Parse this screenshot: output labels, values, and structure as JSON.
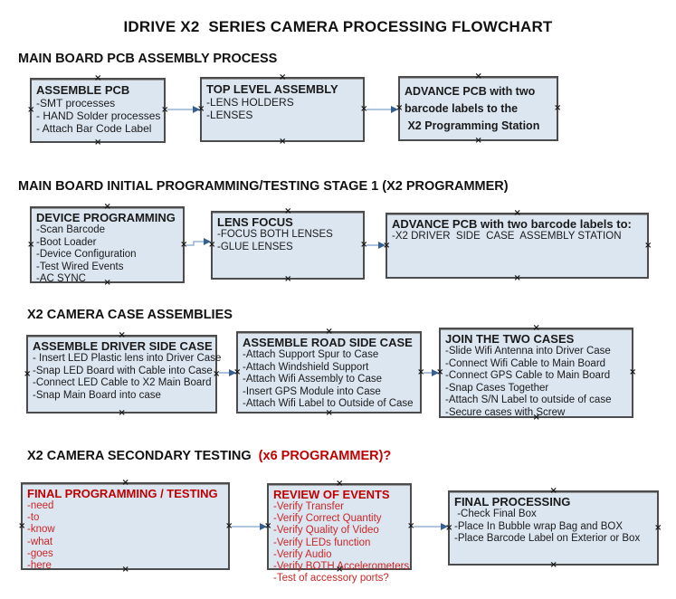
{
  "title": "IDRIVE X2  SERIES CAMERA PROCESSING FLOWCHART",
  "colors": {
    "box_fill": "#dce6f1",
    "box_border": "#4c4c4c",
    "arrow_line": "#95b3d7",
    "arrow_head": "#365f91",
    "header_red": "#c00000",
    "box_red_text": "#cc2626",
    "black_text": "#1a1a1a"
  },
  "sections": [
    {
      "header": "MAIN BOARD PCB ASSEMBLY PROCESS",
      "header_red": "",
      "boxes": [
        {
          "title": "ASSEMBLE PCB",
          "items": [
            "-SMT processes",
            "- HAND Solder processes",
            "- Attach Bar Code Label"
          ]
        },
        {
          "title": "TOP LEVEL ASSEMBLY",
          "items": [
            "-LENS HOLDERS",
            "-LENSES"
          ]
        },
        {
          "title": "ADVANCE PCB with two",
          "items": [
            "barcode labels to the",
            " X2 Programming Station"
          ]
        }
      ]
    },
    {
      "header": "MAIN BOARD INITIAL PROGRAMMING/TESTING STAGE 1 (X2 PROGRAMMER)",
      "header_red": "",
      "boxes": [
        {
          "title": "DEVICE PROGRAMMING",
          "items": [
            "-Scan Barcode",
            "-Boot Loader",
            "-Device Configuration",
            "-Test Wired Events",
            "-AC SYNC"
          ]
        },
        {
          "title": "LENS FOCUS",
          "items": [
            "-FOCUS BOTH LENSES",
            "-GLUE LENSES"
          ]
        },
        {
          "title": "ADVANCE PCB with two barcode labels to:",
          "items": [
            "-X2 DRIVER  SIDE  CASE  ASSEMBLY STATION"
          ]
        }
      ]
    },
    {
      "header": "X2 CAMERA CASE ASSEMBLIES",
      "header_red": "",
      "boxes": [
        {
          "title": "ASSEMBLE DRIVER SIDE CASE",
          "items": [
            "- Insert LED Plastic lens into Driver Case",
            "-Snap LED Board with Cable into Case",
            "-Connect LED Cable to X2 Main Board",
            "-Snap Main Board into case"
          ]
        },
        {
          "title": "ASSEMBLE ROAD SIDE CASE",
          "items": [
            "-Attach Support Spur to Case",
            "-Attach Windshield Support",
            "-Attach Wifi Assembly to Case",
            "-Insert GPS Module into Case",
            "-Attach Wifi Label to Outside of Case"
          ]
        },
        {
          "title": "JOIN THE TWO CASES",
          "items": [
            "-Slide Wifi Antenna into Driver Case",
            "-Connect Wifi Cable to Main Board",
            "-Connect GPS Cable to Main Board",
            "-Snap Cases Together",
            "-Attach S/N Label to outside of case",
            "-Secure cases with Screw"
          ]
        }
      ]
    },
    {
      "header": "X2 CAMERA SECONDARY TESTING  ",
      "header_red": "(x6 PROGRAMMER)?",
      "boxes": [
        {
          "title": "FINAL PROGRAMMING / TESTING",
          "items": [
            "-need",
            "-to",
            "-know",
            "-what",
            "-goes",
            "-here"
          ]
        },
        {
          "title": "REVIEW OF EVENTS",
          "items": [
            "-Verify Transfer",
            "-Verify Correct Quantity",
            "-Verify Quality of Video",
            "-Verify LEDs function",
            "-Verify Audio",
            "-Verify BOTH Accelerometers",
            "-Test of accessory ports?"
          ]
        },
        {
          "title": "FINAL PROCESSING",
          "items": [
            " -Check Final Box",
            "-Place In Bubble wrap Bag and BOX",
            "-Place Barcode Label on Exterior or Box"
          ]
        }
      ]
    }
  ]
}
